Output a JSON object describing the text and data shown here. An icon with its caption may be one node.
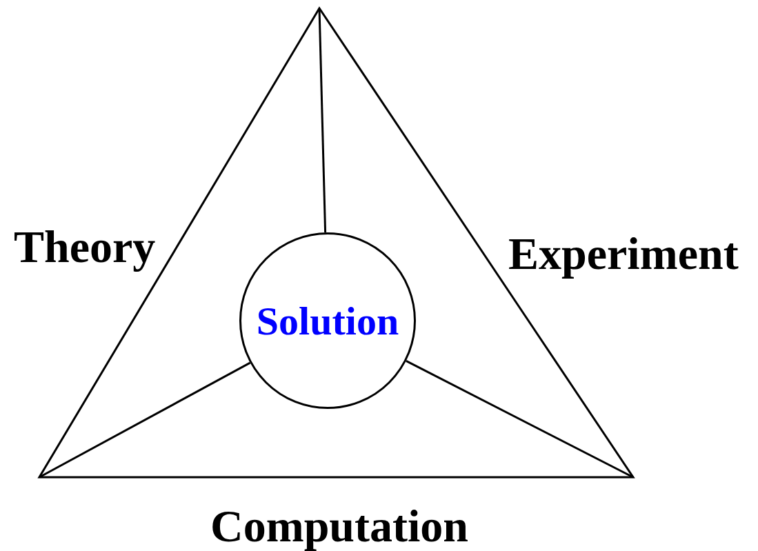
{
  "diagram": {
    "nodes": [
      {
        "text": [],
        "shape": "triangle"
      },
      {
        "text": [
          "Solution"
        ],
        "in": 0
      }
    ],
    "edges": [
      {
        "from": 0,
        "to": 1,
        "arrow": "none"
      },
      {
        "from": 0,
        "to": 1,
        "arrow": "none"
      },
      {
        "from": 0,
        "to": 1,
        "arrow": "none"
      }
    ],
    "labels": [
      "Theory",
      "Experiment",
      "Computation"
    ]
  }
}
